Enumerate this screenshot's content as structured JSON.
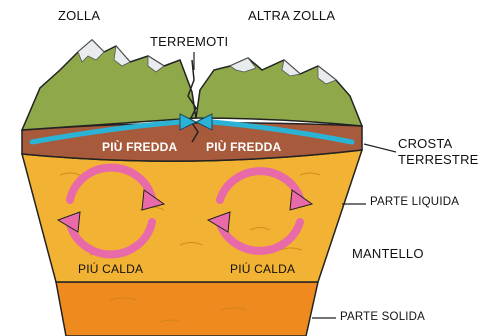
{
  "labels": {
    "zolla": "ZOLLA",
    "altra_zolla": "ALTRA ZOLLA",
    "terremoti": "TERREMOTI",
    "crosta_line1": "CROSTA",
    "crosta_line2": "TERRESTRE",
    "piu_fredda_left": "PIÙ FREDDA",
    "piu_fredda_right": "PIÙ FREDDA",
    "parte_liquida": "PARTE LIQUIDA",
    "mantello": "MANTELLO",
    "piu_calda_left": "PIÚ CALDA",
    "piu_calda_right": "PIÚ CALDA",
    "parte_solida": "PARTE SOLIDA"
  },
  "colors": {
    "mountain_green": "#8fa84a",
    "mountain_snow": "#e8ecef",
    "crust": "#a85a3c",
    "liquid_mantle": "#f2b233",
    "solid_mantle": "#ef8a1f",
    "convection_arrow": "#e86aa8",
    "plate_arrow": "#2bb3d6"
  },
  "icons": [
    "convection-arrow-icon",
    "plate-motion-arrow-icon"
  ]
}
